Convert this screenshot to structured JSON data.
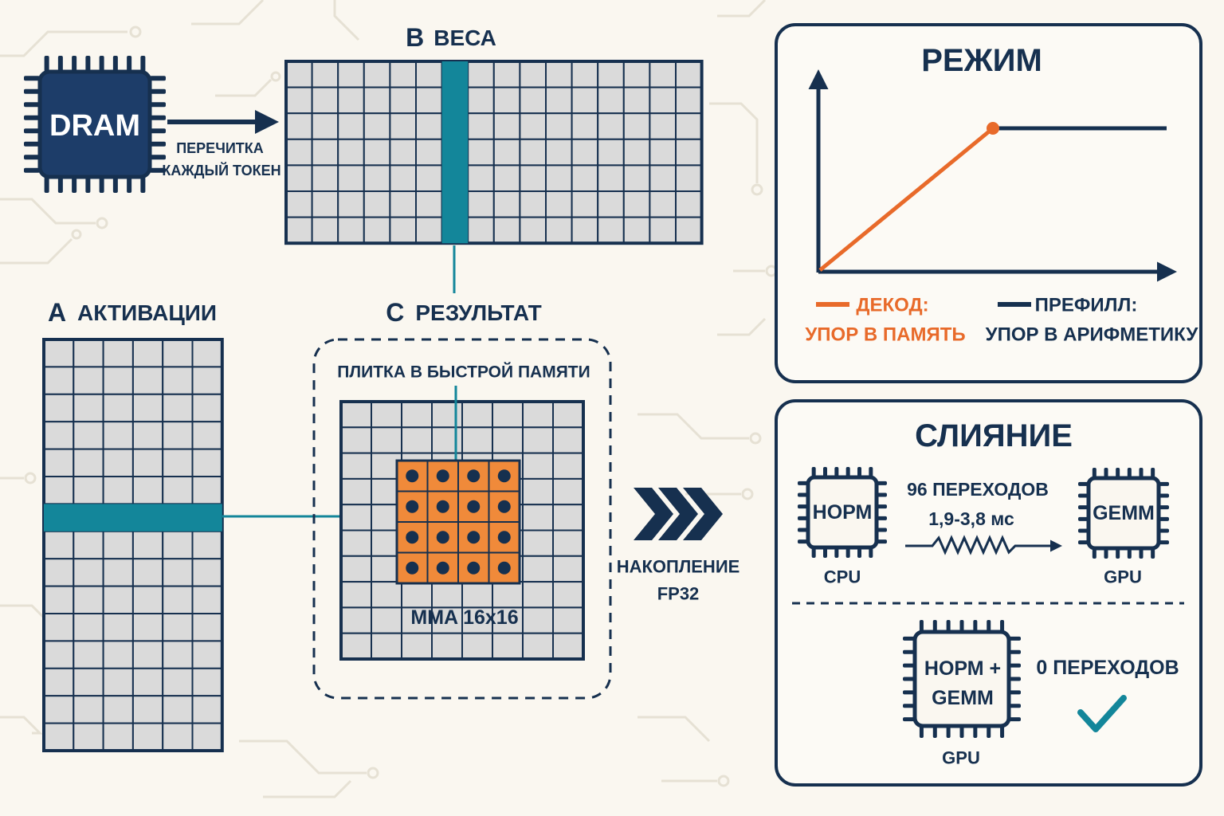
{
  "colors": {
    "navy": "#16304f",
    "teal": "#13869a",
    "orange": "#e86a2a",
    "tile_orange": "#f08a3a",
    "cell": "#dadada",
    "background": "#faf7f0",
    "circuit": "#e6e1d4"
  },
  "dram": {
    "label": "DRAM",
    "arrow_caption_1": "ПЕРЕЧИТКА",
    "arrow_caption_2": "КАЖДЫЙ ТОКЕН"
  },
  "matrix_b": {
    "letter": "B",
    "title": "ВЕСА"
  },
  "matrix_a": {
    "letter": "A",
    "title": "АКТИВАЦИИ"
  },
  "matrix_c": {
    "letter": "C",
    "title": "РЕЗУЛЬТАТ",
    "tile_caption": "ПЛИТКА В БЫСТРОЙ ПАМЯТИ",
    "mma_label": "MMA 16x16"
  },
  "accumulate": {
    "line1": "НАКОПЛЕНИЕ",
    "line2": "FP32"
  },
  "mode_panel": {
    "title": "РЕЖИМ",
    "decode_title": "ДЕКОД:",
    "decode_caption": "УПОР В ПАМЯТЬ",
    "prefill_title": "ПРЕФИЛЛ:",
    "prefill_caption": "УПОР В АРИФМЕТИКУ"
  },
  "fusion_panel": {
    "title": "СЛИЯНИЕ",
    "chip_norm": "НОРМ",
    "chip_norm_device": "CPU",
    "transfer_count": "96 ПЕРЕХОДОВ",
    "transfer_time": "1,9-3,8 мс",
    "chip_gemm": "GEMM",
    "chip_gemm_device": "GPU",
    "fused_line1": "НОРМ +",
    "fused_line2": "GEMM",
    "fused_device": "GPU",
    "zero_transfers": "0 ПЕРЕХОДОВ",
    "check_icon": "check-icon"
  }
}
